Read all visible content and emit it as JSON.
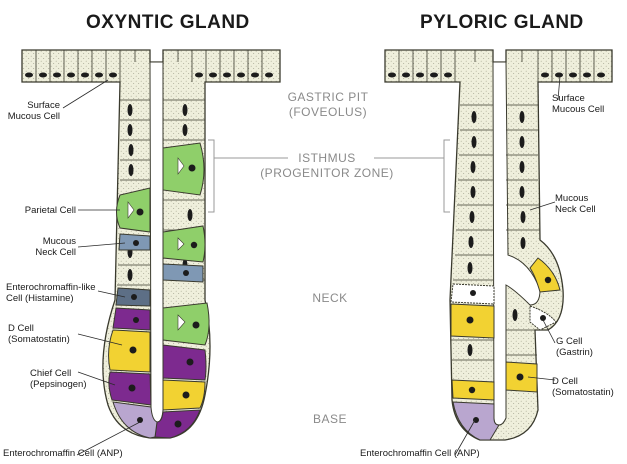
{
  "titles": {
    "left": "OXYNTIC GLAND",
    "right": "PYLORIC GLAND"
  },
  "zones": {
    "gastric_pit": [
      "GASTRIC PIT",
      "(FOVEOLUS)"
    ],
    "isthmus": [
      "ISTHMUS",
      "(PROGENITOR ZONE)"
    ],
    "neck": "NECK",
    "base": "BASE"
  },
  "oxyntic_labels": {
    "surface_mucous": [
      "Surface",
      "Mucous Cell"
    ],
    "parietal": [
      "Parietal Cell"
    ],
    "mucous_neck": [
      "Mucous",
      "Neck Cell"
    ],
    "ecl": [
      "Enterochromaffin-like",
      "Cell (Histamine)"
    ],
    "d_cell": [
      "D Cell",
      "(Somatostatin)"
    ],
    "chief": [
      "Chief Cell",
      "(Pepsinogen)"
    ],
    "ec": [
      "Enterochromaffin Cell (ANP)"
    ]
  },
  "pyloric_labels": {
    "surface_mucous": [
      "Surface",
      "Mucous Cell"
    ],
    "mucous_neck": [
      "Mucous",
      "Neck Cell"
    ],
    "g_cell": [
      "G Cell",
      "(Gastrin)"
    ],
    "d_cell": [
      "D Cell",
      "(Somatostatin)"
    ],
    "ec": [
      "Enterochromaffin Cell (ANP)"
    ]
  },
  "colors": {
    "cell_fill": "#efefdc",
    "cell_outline": "#3a3a2e",
    "nucleus": "#1c1c1c",
    "parietal": "#8fcf6a",
    "chief_purple": "#7d2a8f",
    "d_cell_yellow": "#f2d232",
    "mucous_neck_blue": "#7f98b4",
    "ec_lilac": "#b9a6cf",
    "zone_text": "#8a8a8a"
  }
}
